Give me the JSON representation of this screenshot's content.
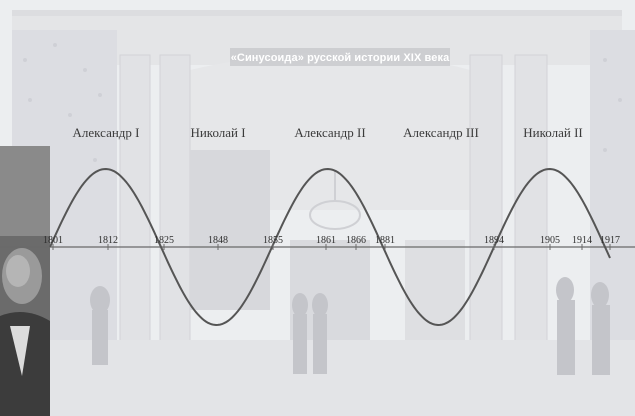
{
  "title": "«Синусоида» русской истории XIX века",
  "rulers": [
    {
      "name": "Александр I"
    },
    {
      "name": "Николай I"
    },
    {
      "name": "Александр II"
    },
    {
      "name": "Александр III"
    },
    {
      "name": "Николай II"
    }
  ],
  "years": [
    "1801",
    "1812",
    "1825",
    "1848",
    "1855",
    "1861",
    "1866",
    "1881",
    "1894",
    "1905",
    "1914",
    "1917"
  ],
  "colors": {
    "background": "#e9eaec",
    "curve": "#555555",
    "axis": "#6a6a6a",
    "title": "#ffffff"
  }
}
